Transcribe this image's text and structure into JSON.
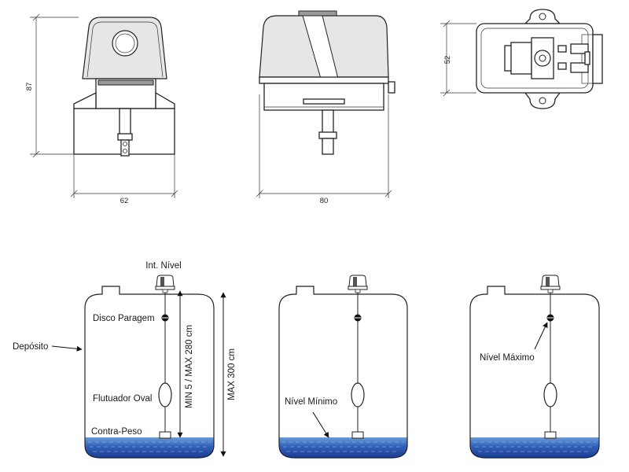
{
  "drawings": {
    "front_width": "62",
    "front_height": "87",
    "side_width": "80",
    "top_height": "52"
  },
  "tanks": {
    "label_switch": "Int. Nível",
    "label_tank": "Depósito",
    "label_stop_disc": "Disco Paragem",
    "label_float": "Flutuador Oval",
    "label_counterweight": "Contra-Peso",
    "label_range": "MIN 5 / MAX 280 cm",
    "label_max_depth": "MAX 300 cm",
    "label_min_level": "Nível Mínimo",
    "label_max_level": "Nível Máximo"
  },
  "colors": {
    "water_dark": "#1e3d8f",
    "water_mid": "#2f5fb8",
    "water_light": "#6b9bd9"
  }
}
